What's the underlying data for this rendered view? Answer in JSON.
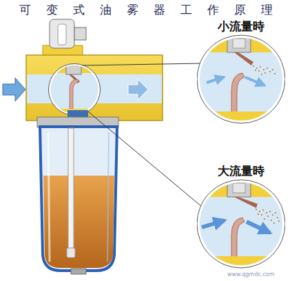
{
  "diagram": {
    "title": "可变式油雾器工作原理",
    "nodes": [
      {
        "text": [
          "小流量時"
        ]
      },
      {
        "text": [
          "大流量時"
        ]
      }
    ],
    "labels": [
      "www.qgmdc.com"
    ]
  }
}
